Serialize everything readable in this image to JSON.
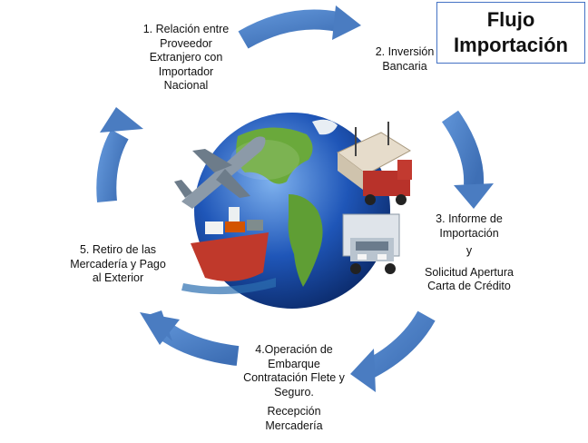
{
  "title": {
    "line1": "Flujo",
    "line2": "Importación"
  },
  "steps": [
    {
      "lines": [
        "1. Relación entre",
        "Proveedor",
        "Extranjero con",
        "Importador",
        "Nacional"
      ]
    },
    {
      "lines": [
        "2. Inversión",
        "Bancaria"
      ]
    },
    {
      "lines": [
        "3. Informe de",
        "Importación",
        "y",
        "Solicitud Apertura",
        "Carta de Crédito"
      ]
    },
    {
      "lines": [
        "4.Operación de",
        "Embarque",
        "Contratación Flete y",
        "Seguro.",
        "Recepción",
        "Mercadería"
      ]
    },
    {
      "lines": [
        "5. Retiro de las",
        "Mercadería y Pago",
        "al Exterior"
      ]
    }
  ],
  "colors": {
    "arrow": "#4a7cc1",
    "arrow_dark": "#3a66a6",
    "ocean": "#1f56b8",
    "land": "#6aa93b",
    "title_border": "#4472c4"
  },
  "icons": [
    "airplane-icon",
    "globe-icon",
    "container-truck-icon",
    "cargo-ship-icon",
    "truck-icon"
  ]
}
